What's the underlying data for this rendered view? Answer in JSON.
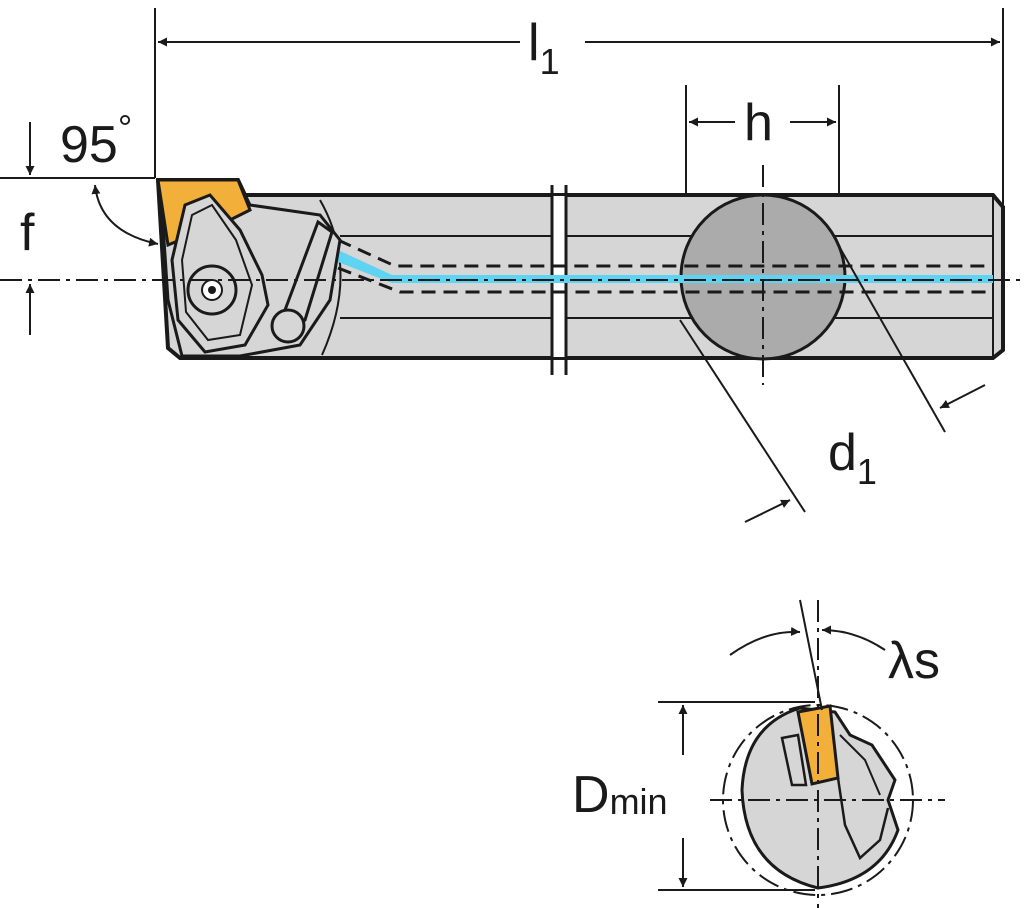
{
  "labels": {
    "l1": "l",
    "l1_sub": "1",
    "h": "h",
    "angle": "95",
    "angle_unit": "°",
    "f": "f",
    "d1": "d",
    "d1_sub": "1",
    "lambda_s": "λs",
    "dmin": "D",
    "dmin_sub": "min"
  },
  "colors": {
    "body": "#d6d6d6",
    "section": "#ababab",
    "insert": "#f2b03b",
    "coolant": "#5ed4f2",
    "line": "#1a1a1a"
  },
  "icons": {
    "screw": "torx-screw-icon",
    "arrows": "dimension-arrow-icon"
  }
}
